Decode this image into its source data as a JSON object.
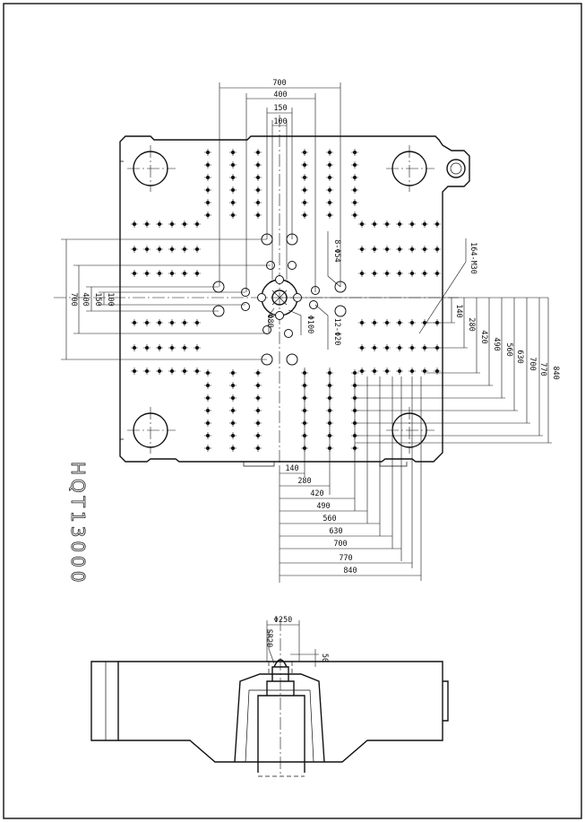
{
  "title": "HQT13000",
  "labels": {
    "top_700": "700",
    "top_400": "400",
    "top_150": "150",
    "top_100": "100",
    "left_700": "700",
    "left_400": "400",
    "left_150": "150",
    "left_100": "100",
    "holes_54": "8-Φ54",
    "holes_20": "12-Φ20",
    "dia_80": "Φ80",
    "dia_100": "Φ100",
    "tapped_holes": "164-M30",
    "right_140": "140",
    "right_280": "280",
    "right_420": "420",
    "right_490": "490",
    "right_560": "560",
    "right_630": "630",
    "right_700": "700",
    "right_770": "770",
    "right_840": "840",
    "bot_140": "140",
    "bot_280": "280",
    "bot_420": "420",
    "bot_490": "490",
    "bot_560": "560",
    "bot_630": "630",
    "bot_700": "700",
    "bot_770": "770",
    "bot_840": "840",
    "side_250": "Φ250",
    "side_sr20": "SR20",
    "side_50": "50"
  }
}
